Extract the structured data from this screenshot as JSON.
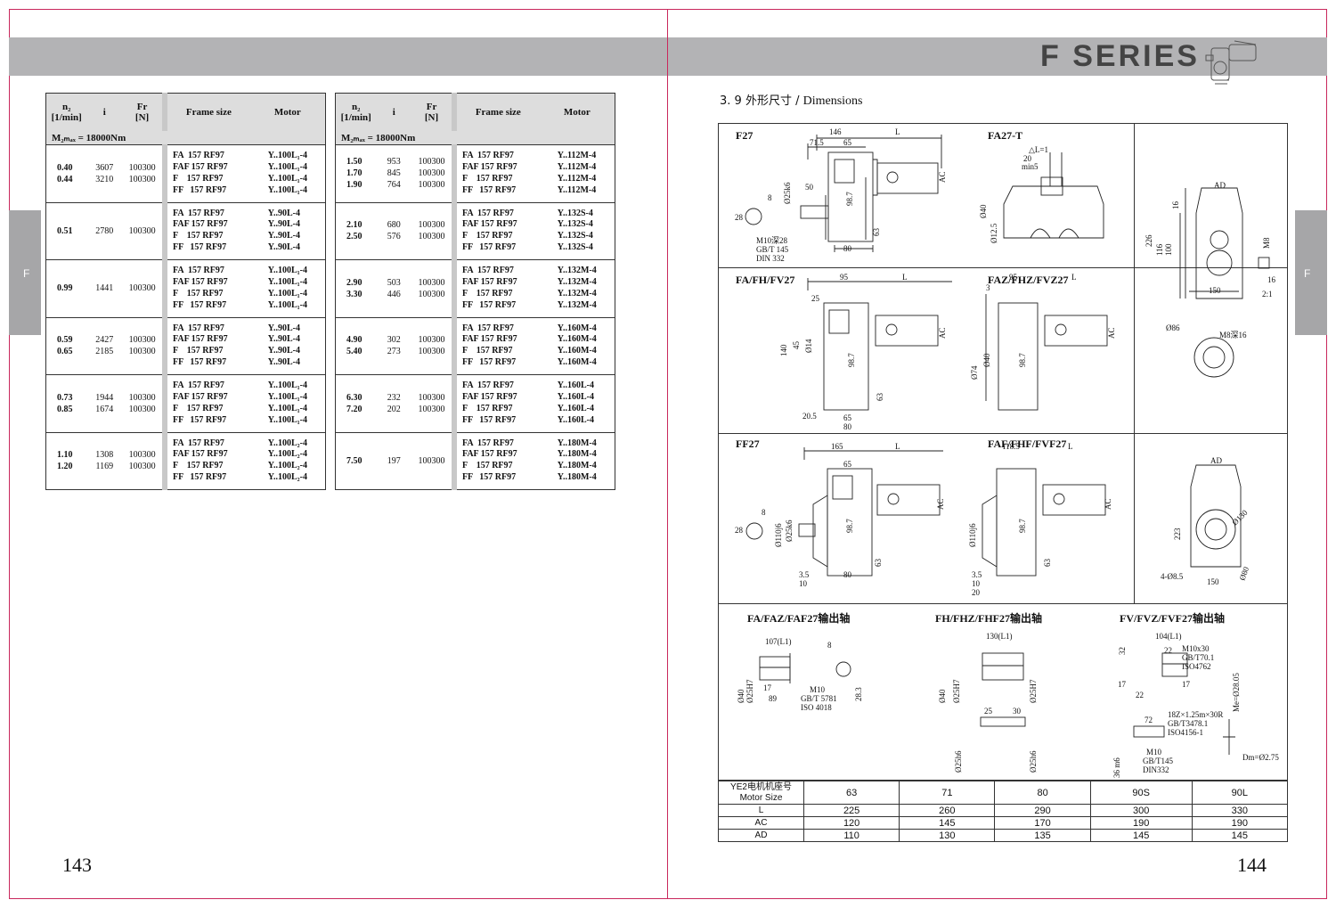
{
  "header": {
    "series_title": "F SERIES",
    "side_tab": "F"
  },
  "left_page": {
    "page_number": "143",
    "tables": [
      {
        "headers": {
          "n2": "n₂",
          "n2_unit": "[1/min]",
          "i": "i",
          "fr": "Fr",
          "fr_unit": "[N]",
          "frame": "Frame size",
          "motor": "Motor"
        },
        "m2max": "M₂ₘₐₓ = 18000Nm",
        "blocks": [
          {
            "n2": "0.40\n0.44",
            "i": "3607\n3210",
            "fr": "100300\n100300",
            "frames": "FA  157 RF97\nFAF 157 RF97\nF    157 RF97\nFF   157 RF97",
            "motors": "Y..100L₁-4\nY..100L₁-4\nY..100L₁-4\nY..100L₁-4"
          },
          {
            "n2": "0.51",
            "i": "2780",
            "fr": "100300",
            "frames": "FA  157 RF97\nFAF 157 RF97\nF    157 RF97\nFF   157 RF97",
            "motors": "Y..90L-4\nY..90L-4\nY..90L-4\nY..90L-4"
          },
          {
            "n2": "0.99",
            "i": "1441",
            "fr": "100300",
            "frames": "FA  157 RF97\nFAF 157 RF97\nF    157 RF97\nFF   157 RF97",
            "motors": "Y..100L₁-4\nY..100L₁-4\nY..100L₁-4\nY..100L₁-4"
          },
          {
            "n2": "0.59\n0.65",
            "i": "2427\n2185",
            "fr": "100300\n100300",
            "frames": "FA  157 RF97\nFAF 157 RF97\nF    157 RF97\nFF   157 RF97",
            "motors": "Y..90L-4\nY..90L-4\nY..90L-4\nY..90L-4"
          },
          {
            "n2": "0.73\n0.85",
            "i": "1944\n1674",
            "fr": "100300\n100300",
            "frames": "FA  157 RF97\nFAF 157 RF97\nF    157 RF97\nFF   157 RF97",
            "motors": "Y..100L₁-4\nY..100L₁-4\nY..100L₁-4\nY..100L₁-4"
          },
          {
            "n2": "1.10\n1.20",
            "i": "1308\n1169",
            "fr": "100300\n100300",
            "frames": "FA  157 RF97\nFAF 157 RF97\nF    157 RF97\nFF   157 RF97",
            "motors": "Y..100L₂-4\nY..100L₂-4\nY..100L₂-4\nY..100L₂-4"
          }
        ]
      },
      {
        "headers": {
          "n2": "n₂",
          "n2_unit": "[1/min]",
          "i": "i",
          "fr": "Fr",
          "fr_unit": "[N]",
          "frame": "Frame size",
          "motor": "Motor"
        },
        "m2max": "M₂ₘₐₓ = 18000Nm",
        "blocks": [
          {
            "n2": "1.50\n1.70\n1.90",
            "i": "953\n845\n764",
            "fr": "100300\n100300\n100300",
            "frames": "FA  157 RF97\nFAF 157 RF97\nF    157 RF97\nFF   157 RF97",
            "motors": "Y..112M-4\nY..112M-4\nY..112M-4\nY..112M-4"
          },
          {
            "n2": "2.10\n2.50",
            "i": "680\n576",
            "fr": "100300\n100300",
            "frames": "FA  157 RF97\nFAF 157 RF97\nF    157 RF97\nFF   157 RF97",
            "motors": "Y..132S-4\nY..132S-4\nY..132S-4\nY..132S-4"
          },
          {
            "n2": "2.90\n3.30",
            "i": "503\n446",
            "fr": "100300\n100300",
            "frames": "FA  157 RF97\nFAF 157 RF97\nF    157 RF97\nFF   157 RF97",
            "motors": "Y..132M-4\nY..132M-4\nY..132M-4\nY..132M-4"
          },
          {
            "n2": "4.90\n5.40",
            "i": "302\n273",
            "fr": "100300\n100300",
            "frames": "FA  157 RF97\nFAF 157 RF97\nF    157 RF97\nFF   157 RF97",
            "motors": "Y..160M-4\nY..160M-4\nY..160M-4\nY..160M-4"
          },
          {
            "n2": "6.30\n7.20",
            "i": "232\n202",
            "fr": "100300\n100300",
            "frames": "FA  157 RF97\nFAF 157 RF97\nF    157 RF97\nFF   157 RF97",
            "motors": "Y..160L-4\nY..160L-4\nY..160L-4\nY..160L-4"
          },
          {
            "n2": "7.50",
            "i": "197",
            "fr": "100300",
            "frames": "FA  157 RF97\nFAF 157 RF97\nF    157 RF97\nFF   157 RF97",
            "motors": "Y..180M-4\nY..180M-4\nY..180M-4\nY..180M-4"
          }
        ]
      }
    ]
  },
  "right_page": {
    "page_number": "144",
    "section_title": "3. 9 外形尺寸 / ",
    "section_title_en": "Dimensions",
    "drawing_labels": {
      "f27": "F27",
      "fa27t": "FA27-T",
      "fa_fh_fv27": "FA/FH/FV27",
      "faz_fhz_fvz27": "FAZ/FHZ/FVZ27",
      "ff27": "FF27",
      "faf_fhf_fvf27": "FAF/FHF/FVF27",
      "out_fa": "FA/FAZ/FAF27输出轴",
      "out_fh": "FH/FHZ/FHF27输出轴",
      "out_fv": "FV/FVZ/FVF27输出轴"
    },
    "dims": {
      "d146": "146",
      "dL": "L",
      "d71": "71.5",
      "d65": "65",
      "d50": "50",
      "d8": "8",
      "d28": "28",
      "d25k6": "Ø25k6",
      "d98": "98.7",
      "d63": "63",
      "d80": "80",
      "dAC": "AC",
      "m10": "M10深28",
      "gbt145": "GB/T 145",
      "din332": "DIN 332",
      "dL1": "△L=1",
      "d20": "20",
      "dmin5": "min5",
      "d40": "Ø40",
      "d125": "Ø12.5",
      "dAD": "AD",
      "d226": "226",
      "d116": "116",
      "d100": "100",
      "d16": "16",
      "d150": "150",
      "dM8": "M8",
      "d21": "2:1",
      "d86": "Ø86",
      "m8d16": "M8深16",
      "d95": "95",
      "d25": "25",
      "d140": "140",
      "d45": "45",
      "d14": "Ø14",
      "d205": "20.5",
      "d3": "3",
      "d74": "Ø74",
      "d165": "165",
      "d110": "Ø110j6",
      "d35": "3.5",
      "d10": "10",
      "d1185": "118.5",
      "d223": "223",
      "d130": "Ø130",
      "d485": "4-Ø8.5",
      "d880": "Ø80",
      "d107": "107(L1)",
      "d17": "17",
      "d89": "89",
      "d283": "28.3",
      "m10b": "M10",
      "gbt5781": "GB/T 5781",
      "iso4018": "ISO 4018",
      "d25h7": "Ø25H7",
      "d130l1": "130(L1)",
      "d30": "30",
      "d25h6": "Ø25h6",
      "d104": "104(L1)",
      "d22": "22",
      "m10x30": "M10x30",
      "gbt701": "GB/T70.1",
      "iso4762": "ISO4762",
      "d32": "32",
      "d72": "72",
      "spline": "18Z×1.25m×30R",
      "gbt3478": "GB/T3478.1",
      "iso4156": "ISO4156-1",
      "m10c": "M10",
      "gbt145b": "GB/T145",
      "din332b": "DIN332",
      "d36": "36 m6",
      "me": "Me=Ø28.05",
      "dm": "Dm=Ø2.75"
    },
    "motor_table": {
      "header_label": "YE2电机机座号\nMotor Size",
      "sizes": [
        "63",
        "71",
        "80",
        "90S",
        "90L"
      ],
      "rows": [
        {
          "label": "L",
          "values": [
            "225",
            "260",
            "290",
            "300",
            "330"
          ]
        },
        {
          "label": "AC",
          "values": [
            "120",
            "145",
            "170",
            "190",
            "190"
          ]
        },
        {
          "label": "AD",
          "values": [
            "110",
            "130",
            "135",
            "145",
            "145"
          ]
        }
      ]
    }
  }
}
